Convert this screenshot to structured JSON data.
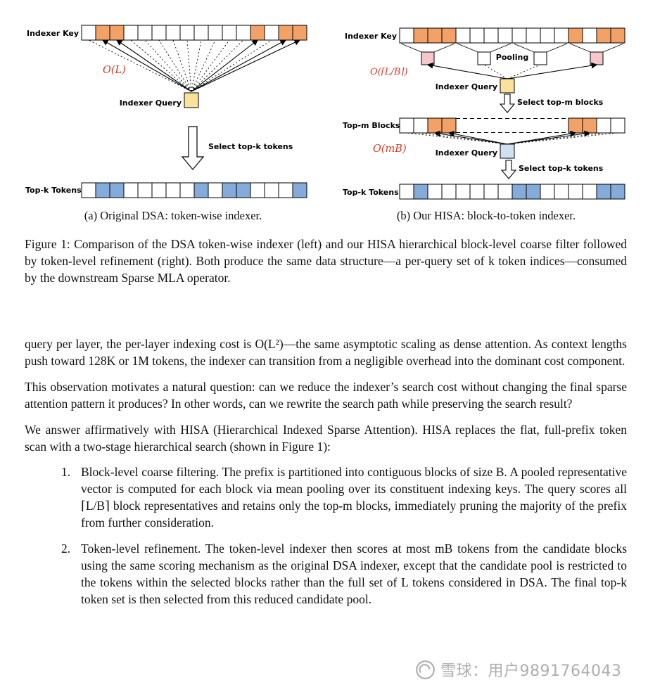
{
  "figure": {
    "red": "#d73a23",
    "colors": {
      "w": "#ffffff",
      "o": "#f2a266",
      "b": "#85abdb",
      "y": "#fbe29b",
      "p": "#f6c6cb",
      "q": "#cfe0f3"
    },
    "panel_a": {
      "indexer_key_label": "Indexer Key",
      "complexity": "O(L)",
      "indexer_query_label": "Indexer Query",
      "select_label": "Select top-k tokens",
      "topk_label": "Top-k Tokens",
      "caption": "(a) Original DSA: token-wise indexer.",
      "key_cells": [
        "w",
        "o",
        "o",
        "w",
        "w",
        "w",
        "w",
        "w",
        "w",
        "w",
        "w",
        "w",
        "o",
        "w",
        "o",
        "o"
      ],
      "topk_cells": [
        "w",
        "b",
        "b",
        "w",
        "w",
        "w",
        "w",
        "w",
        "b",
        "w",
        "b",
        "b",
        "w",
        "w",
        "w",
        "b"
      ]
    },
    "panel_b": {
      "indexer_key_label": "Indexer Key",
      "pooling_label": "Pooling",
      "complexity_pool": "O(⌈L/B⌉)",
      "indexer_query_label": "Indexer Query",
      "select_topm_label": "Select top-m blocks",
      "topm_label": "Top-m Blocks",
      "complexity_topm": "O(mB)",
      "indexer_query2_label": "Indexer Query",
      "select_topk_label": "Select top-k tokens",
      "topk_label": "Top-k Tokens",
      "caption": "(b) Our HISA: block-to-token indexer.",
      "key_cells": [
        "w",
        "o",
        "o",
        "o",
        "w",
        "w",
        "w",
        "w",
        "w",
        "w",
        "w",
        "w",
        "o",
        "w",
        "o",
        "o"
      ],
      "pooled_cells": [
        "p",
        "w",
        "w",
        "p"
      ],
      "topm_left_cells": [
        "w",
        "w",
        "o",
        "o"
      ],
      "topm_right_cells": [
        "o",
        "o",
        "w",
        "w"
      ],
      "topk_cells": [
        "w",
        "b",
        "w",
        "w",
        "w",
        "w",
        "w",
        "w",
        "b",
        "b",
        "w",
        "w",
        "w",
        "w",
        "b",
        "b"
      ]
    }
  },
  "caption": {
    "text": "Figure 1: Comparison of the DSA token-wise indexer (left) and our HISA hierarchical block-level coarse filter followed by token-level refinement (right). Both produce the same data structure—a per-query set of k token indices—consumed by the downstream Sparse MLA operator."
  },
  "body": {
    "p1": "query per layer, the per-layer indexing cost is O(L²)—the same asymptotic scaling as dense attention. As context lengths push toward 128K or 1M tokens, the indexer can transition from a negligible overhead into the dominant cost component.",
    "p2": "This observation motivates a natural question: can we reduce the indexer’s search cost without changing the final sparse attention pattern it produces? In other words, can we rewrite the search path while preserving the search result?",
    "p3": "We answer affirmatively with HISA (Hierarchical Indexed Sparse Attention). HISA replaces the flat, full-prefix token scan with a two-stage hierarchical search (shown in Figure 1):",
    "list": [
      {
        "num": "1.",
        "text": "Block-level coarse filtering. The prefix is partitioned into contiguous blocks of size B. A pooled representative vector is computed for each block via mean pooling over its constituent indexing keys. The query scores all ⌈L/B⌉ block representatives and retains only the top-m blocks, immediately pruning the majority of the prefix from further consideration."
      },
      {
        "num": "2.",
        "text": "Token-level refinement. The token-level indexer then scores at most mB tokens from the candidate blocks using the same scoring mechanism as the original DSA indexer, except that the candidate pool is restricted to the tokens within the selected blocks rather than the full set of L tokens considered in DSA. The final top-k token set is then selected from this reduced candidate pool."
      }
    ]
  },
  "watermark": {
    "text": "雪球：用户9891764043"
  }
}
